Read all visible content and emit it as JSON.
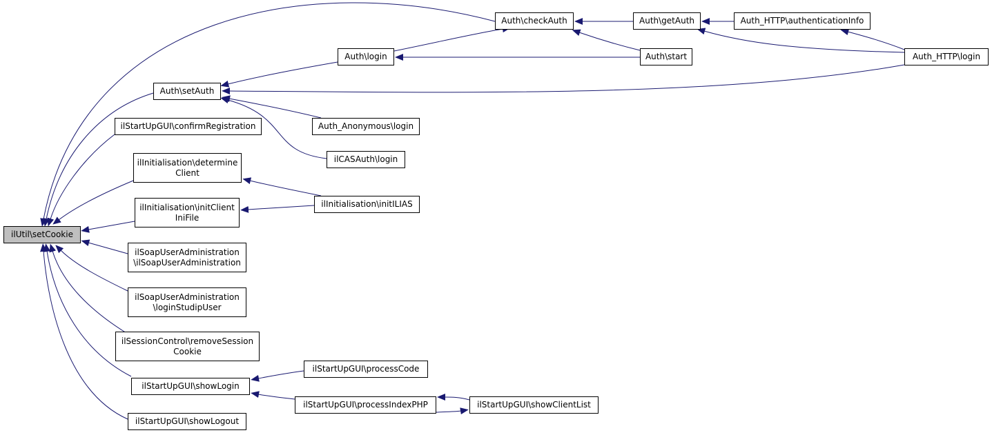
{
  "colors": {
    "edge": "#191970",
    "root_fill": "#bfbfbf",
    "node_border": "#000000"
  },
  "nodes": [
    {
      "id": "setCookie",
      "lines": [
        "ilUtil\\setCookie"
      ],
      "root": true
    },
    {
      "id": "checkAuth",
      "lines": [
        "Auth\\checkAuth"
      ]
    },
    {
      "id": "getAuth",
      "lines": [
        "Auth\\getAuth"
      ]
    },
    {
      "id": "authInfo",
      "lines": [
        "Auth_HTTP\\authenticationInfo"
      ]
    },
    {
      "id": "authLogin",
      "lines": [
        "Auth\\login"
      ]
    },
    {
      "id": "authStart",
      "lines": [
        "Auth\\start"
      ]
    },
    {
      "id": "httpLogin",
      "lines": [
        "Auth_HTTP\\login"
      ]
    },
    {
      "id": "setAuth",
      "lines": [
        "Auth\\setAuth"
      ]
    },
    {
      "id": "confirmReg",
      "lines": [
        "ilStartUpGUI\\confirmRegistration"
      ]
    },
    {
      "id": "anonLogin",
      "lines": [
        "Auth_Anonymous\\login"
      ]
    },
    {
      "id": "casLogin",
      "lines": [
        "ilCASAuth\\login"
      ]
    },
    {
      "id": "determineClient",
      "lines": [
        "ilInitialisation\\determine",
        "Client"
      ]
    },
    {
      "id": "initIlias",
      "lines": [
        "ilInitialisation\\initILIAS"
      ]
    },
    {
      "id": "initClientIni",
      "lines": [
        "ilInitialisation\\initClient",
        "IniFile"
      ]
    },
    {
      "id": "soapAdmin",
      "lines": [
        "ilSoapUserAdministration",
        "\\ilSoapUserAdministration"
      ]
    },
    {
      "id": "loginStudip",
      "lines": [
        "ilSoapUserAdministration",
        "\\loginStudipUser"
      ]
    },
    {
      "id": "removeSession",
      "lines": [
        "ilSessionControl\\removeSession",
        "Cookie"
      ]
    },
    {
      "id": "showLogin",
      "lines": [
        "ilStartUpGUI\\showLogin"
      ]
    },
    {
      "id": "processCode",
      "lines": [
        "ilStartUpGUI\\processCode"
      ]
    },
    {
      "id": "processIndex",
      "lines": [
        "ilStartUpGUI\\processIndexPHP"
      ]
    },
    {
      "id": "showClientList",
      "lines": [
        "ilStartUpGUI\\showClientList"
      ]
    },
    {
      "id": "showLogout",
      "lines": [
        "ilStartUpGUI\\showLogout"
      ]
    }
  ],
  "edges": [
    {
      "from": "checkAuth",
      "to": "setCookie"
    },
    {
      "from": "setAuth",
      "to": "setCookie"
    },
    {
      "from": "confirmReg",
      "to": "setCookie"
    },
    {
      "from": "determineClient",
      "to": "setCookie"
    },
    {
      "from": "initClientIni",
      "to": "setCookie"
    },
    {
      "from": "soapAdmin",
      "to": "setCookie"
    },
    {
      "from": "loginStudip",
      "to": "setCookie"
    },
    {
      "from": "removeSession",
      "to": "setCookie"
    },
    {
      "from": "showLogin",
      "to": "setCookie"
    },
    {
      "from": "showLogout",
      "to": "setCookie"
    },
    {
      "from": "getAuth",
      "to": "checkAuth"
    },
    {
      "from": "authLogin",
      "to": "checkAuth"
    },
    {
      "from": "authStart",
      "to": "checkAuth"
    },
    {
      "from": "authInfo",
      "to": "getAuth"
    },
    {
      "from": "httpLogin",
      "to": "getAuth"
    },
    {
      "from": "httpLogin",
      "to": "authInfo"
    },
    {
      "from": "authStart",
      "to": "authLogin"
    },
    {
      "from": "authLogin",
      "to": "setAuth"
    },
    {
      "from": "httpLogin",
      "to": "setAuth"
    },
    {
      "from": "anonLogin",
      "to": "setAuth"
    },
    {
      "from": "casLogin",
      "to": "setAuth"
    },
    {
      "from": "initIlias",
      "to": "determineClient"
    },
    {
      "from": "initIlias",
      "to": "initClientIni"
    },
    {
      "from": "processCode",
      "to": "showLogin"
    },
    {
      "from": "processIndex",
      "to": "showLogin"
    },
    {
      "from": "showClientList",
      "to": "processIndex"
    },
    {
      "from": "processIndex",
      "to": "showClientList"
    }
  ]
}
